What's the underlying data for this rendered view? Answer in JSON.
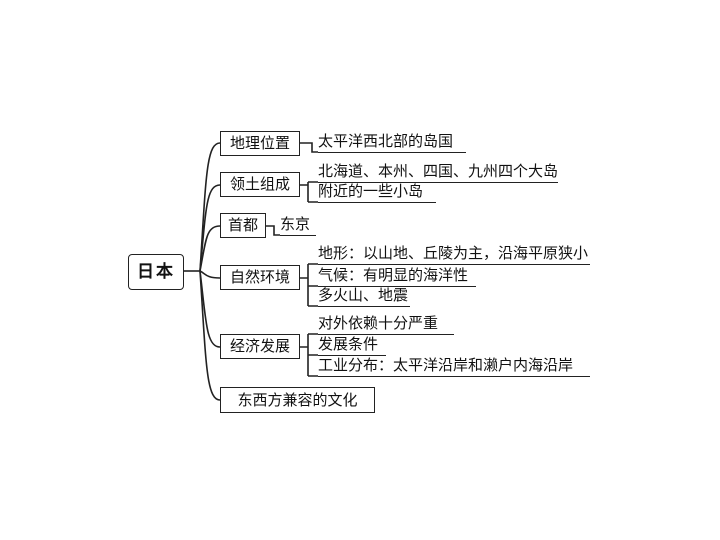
{
  "root": "日本",
  "branches": [
    {
      "label": "地理位置",
      "items": [
        "太平洋西北部的岛国"
      ]
    },
    {
      "label": "领土组成",
      "items": [
        "北海道、本州、四国、九州四个大岛",
        "附近的一些小岛"
      ]
    },
    {
      "label": "首都",
      "items": [
        "东京"
      ]
    },
    {
      "label": "自然环境",
      "items": [
        "地形：以山地、丘陵为主，沿海平原狭小",
        "气候：有明显的海洋性",
        "多火山、地震"
      ]
    },
    {
      "label": "经济发展",
      "items": [
        "对外依赖十分严重",
        "发展条件",
        "工业分布：太平洋沿岸和濑户内海沿岸"
      ]
    },
    {
      "label": "东西方兼容的文化",
      "items": []
    }
  ]
}
